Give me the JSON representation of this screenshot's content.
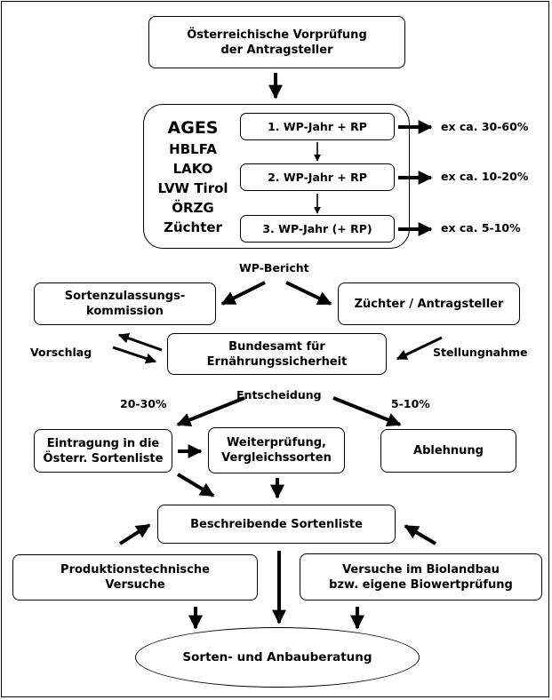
{
  "top_box": {
    "line1": "Österreichische Vorprüfung",
    "line2": "der Antragsteller"
  },
  "institutions": [
    "AGES",
    "HBLFA",
    "LAKO",
    "LVW Tirol",
    "ÖRZG",
    "Züchter"
  ],
  "wp_years": [
    {
      "label": "1. WP-Jahr + RP",
      "exit": "ex ca. 30-60%"
    },
    {
      "label": "2. WP-Jahr + RP",
      "exit": "ex ca. 10-20%"
    },
    {
      "label": "3. WP-Jahr (+ RP)",
      "exit": "ex ca. 5-10%"
    }
  ],
  "wp_bericht": "WP-Bericht",
  "sortenzulassung": {
    "line1": "Sortenzulassungs-",
    "line2": "kommission"
  },
  "zuechter_box": "Züchter / Antragsteller",
  "bundesamt": {
    "line1": "Bundesamt für",
    "line2": "Ernährungssicherheit"
  },
  "vorschlag": "Vorschlag",
  "stellungnahme": "Stellungnahme",
  "entscheidung": "Entscheidung",
  "pct_left": "20-30%",
  "pct_right": "5-10%",
  "eintragung": {
    "line1": "Eintragung in die",
    "line2": "Österr. Sortenliste"
  },
  "weiterpruefung": {
    "line1": "Weiterprüfung,",
    "line2": "Vergleichssorten"
  },
  "ablehnung": "Ablehnung",
  "beschreibende": "Beschreibende Sortenliste",
  "produktion": {
    "line1": "Produktionstechnische",
    "line2": "Versuche"
  },
  "biolandbau": {
    "line1": "Versuche im Biolandbau",
    "line2": "bzw. eigene Biowertprüfung"
  },
  "beratung": "Sorten- und Anbauberatung"
}
